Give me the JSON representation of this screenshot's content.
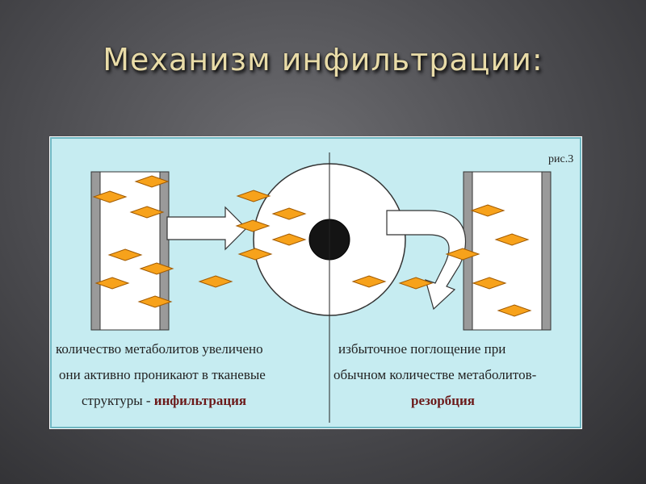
{
  "slide": {
    "title": "Механизм инфильтрации:"
  },
  "figure": {
    "label": "рис.3",
    "left_caption": {
      "line1": "количество метаболитов увеличено",
      "line2": "они активно проникают в тканевые",
      "line3_prefix": "структуры - ",
      "line3_term": "инфильтрация"
    },
    "right_caption": {
      "line1": "избыточное поглощение при",
      "line2": "обычном количестве метаболитов-",
      "line3_term": "резорбция"
    },
    "colors": {
      "panel_bg": "#c6ecf1",
      "metabolite_fill": "#f7a21b",
      "metabolite_stroke": "#a15a00",
      "nucleus": "#141414",
      "membrane": "#8c8c8c",
      "term": "#6b1a1a"
    }
  }
}
